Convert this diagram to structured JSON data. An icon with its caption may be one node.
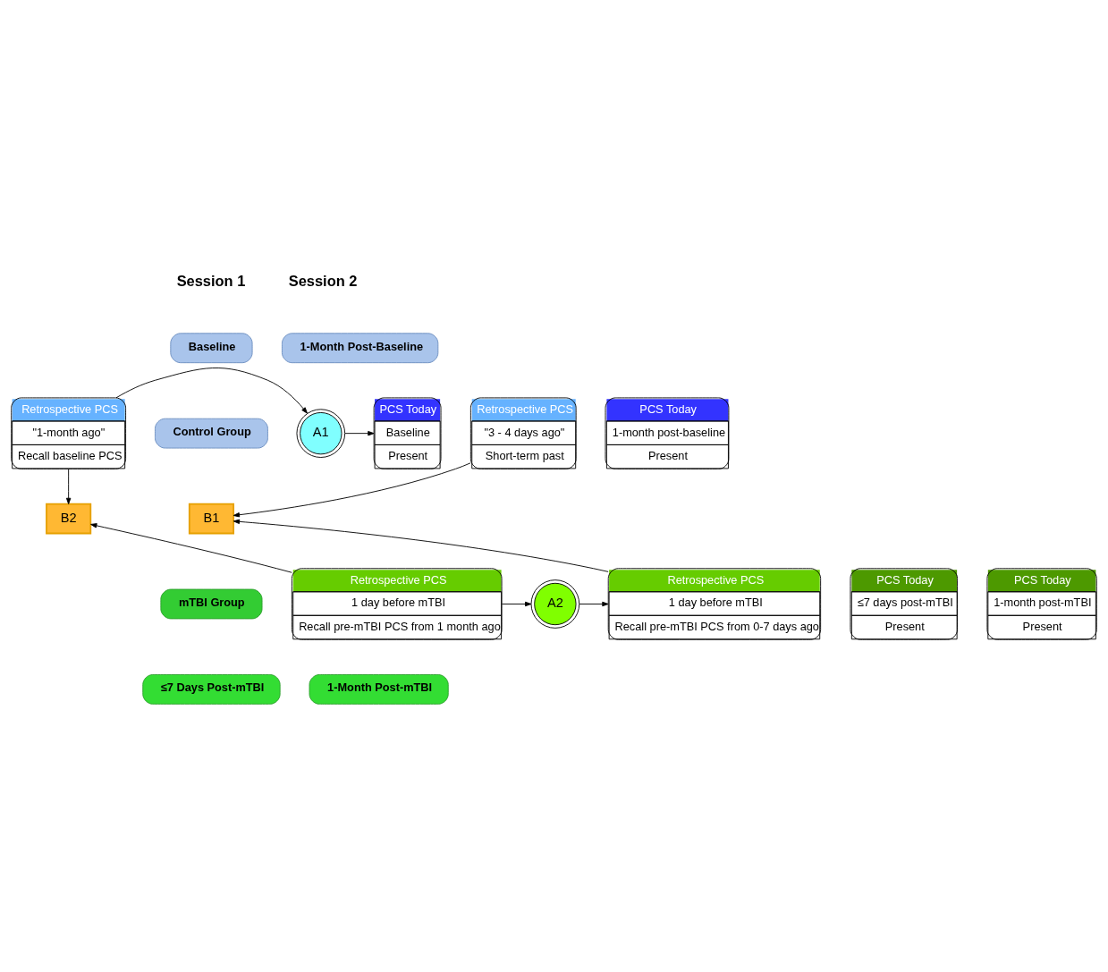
{
  "diagram": {
    "nodes": [
      {
        "text": [
          "Session 1"
        ]
      },
      {
        "text": [
          "Session 2"
        ]
      },
      {
        "text": [
          "Baseline"
        ]
      },
      {
        "text": [
          "1-Month Post-Baseline"
        ]
      },
      {
        "text": [
          "Control Group"
        ]
      },
      {
        "text": [
          "Retrospective PCS",
          "\"3 - 4 days ago\"",
          "Short-term past"
        ]
      },
      {
        "text": [
          "PCS Today",
          "Baseline",
          "Present"
        ]
      },
      {
        "text": [
          "A1"
        ]
      },
      {
        "text": [
          "Retrospective PCS",
          "\"1-month ago\"",
          "Recall baseline PCS"
        ]
      },
      {
        "text": [
          "PCS Today",
          "1-month post-baseline",
          "Present"
        ]
      },
      {
        "text": [
          "B1"
        ]
      },
      {
        "text": [
          "B2"
        ]
      },
      {
        "text": [
          "mTBI Group"
        ]
      },
      {
        "text": [
          "Retrospective PCS",
          "1 day before mTBI",
          "Recall pre-mTBI PCS from 0-7 days ago"
        ]
      },
      {
        "text": [
          "A2"
        ]
      },
      {
        "text": [
          "Retrospective PCS",
          "1 day before mTBI",
          "Recall pre-mTBI PCS from 1 month ago"
        ]
      },
      {
        "text": [
          "PCS Today",
          "≤7 days post-mTBI",
          "Present"
        ]
      },
      {
        "text": [
          "PCS Today",
          "1-month post-mTBI",
          "Present"
        ]
      },
      {
        "text": [
          "≤7 Days Post-mTBI"
        ]
      },
      {
        "text": [
          "1-Month Post-mTBI"
        ]
      }
    ],
    "edges": [
      {
        "from": 5,
        "to": 10,
        "arrow": "to"
      },
      {
        "from": 8,
        "to": 7,
        "arrow": "to"
      },
      {
        "from": 7,
        "to": 6,
        "arrow": "to"
      },
      {
        "from": 8,
        "to": 11,
        "arrow": "to"
      },
      {
        "from": 13,
        "to": 10,
        "arrow": "to"
      },
      {
        "from": 15,
        "to": 11,
        "arrow": "to"
      },
      {
        "from": 15,
        "to": 14,
        "arrow": "to"
      },
      {
        "from": 14,
        "to": 13,
        "arrow": "to"
      }
    ]
  }
}
